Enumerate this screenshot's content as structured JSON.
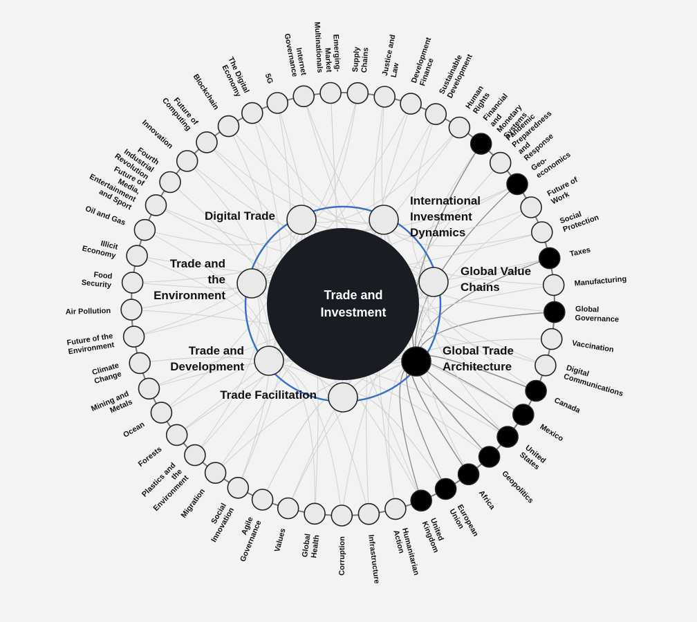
{
  "center": {
    "line1": "Trade and",
    "line2": "Investment"
  },
  "inner_nodes": [
    {
      "id": "digital",
      "lines": [
        "Digital Trade"
      ]
    },
    {
      "id": "iid",
      "lines": [
        "International",
        "Investment",
        "Dynamics"
      ]
    },
    {
      "id": "env",
      "lines": [
        "Trade and",
        "the",
        "Environment"
      ]
    },
    {
      "id": "gvc",
      "lines": [
        "Global Value",
        "Chains"
      ]
    },
    {
      "id": "dev",
      "lines": [
        "Trade and",
        "Development"
      ]
    },
    {
      "id": "gta",
      "lines": [
        "Global Trade",
        "Architecture"
      ]
    },
    {
      "id": "tf",
      "lines": [
        "Trade Facilitation"
      ]
    }
  ],
  "outer_nodes": [
    {
      "lines": [
        "Supply",
        "Chains"
      ]
    },
    {
      "lines": [
        "Justice and",
        "Law"
      ]
    },
    {
      "lines": [
        "Development",
        "Finance"
      ]
    },
    {
      "lines": [
        "Sustainable",
        "Development"
      ]
    },
    {
      "lines": [
        "Human",
        "Rights"
      ]
    },
    {
      "lines": [
        "Financial",
        "and",
        "Monetary",
        "Systems"
      ],
      "highlight": true
    },
    {
      "lines": [
        "Pandemic",
        "Preparedness",
        "and",
        "Response"
      ]
    },
    {
      "lines": [
        "Geo-",
        "economics"
      ],
      "highlight": true
    },
    {
      "lines": [
        "Future of",
        "Work"
      ]
    },
    {
      "lines": [
        "Social",
        "Protection"
      ]
    },
    {
      "lines": [
        "Taxes"
      ],
      "highlight": true
    },
    {
      "lines": [
        "Manufacturing"
      ]
    },
    {
      "lines": [
        "Global",
        "Governance"
      ],
      "highlight": true
    },
    {
      "lines": [
        "Vaccination"
      ]
    },
    {
      "lines": [
        "Digital",
        "Communications"
      ]
    },
    {
      "lines": [
        "Canada"
      ],
      "highlight": true
    },
    {
      "lines": [
        "Mexico"
      ],
      "highlight": true
    },
    {
      "lines": [
        "United",
        "States"
      ],
      "highlight": true
    },
    {
      "lines": [
        "Geopolitics"
      ],
      "highlight": true
    },
    {
      "lines": [
        "Africa"
      ],
      "highlight": true
    },
    {
      "lines": [
        "European",
        "Union"
      ],
      "highlight": true
    },
    {
      "lines": [
        "United",
        "Kingdom"
      ],
      "highlight": true
    },
    {
      "lines": [
        "Humanitarian",
        "Action"
      ]
    },
    {
      "lines": [
        "Infrastructure"
      ]
    },
    {
      "lines": [
        "Corruption"
      ]
    },
    {
      "lines": [
        "Global",
        "Health"
      ]
    },
    {
      "lines": [
        "Values"
      ]
    },
    {
      "lines": [
        "Agile",
        "Governance"
      ]
    },
    {
      "lines": [
        "Social",
        "Innovation"
      ]
    },
    {
      "lines": [
        "Migration"
      ]
    },
    {
      "lines": [
        "Plastics and",
        "the",
        "Environment"
      ]
    },
    {
      "lines": [
        "Forests"
      ]
    },
    {
      "lines": [
        "Ocean"
      ]
    },
    {
      "lines": [
        "Mining and",
        "Metals"
      ]
    },
    {
      "lines": [
        "Climate",
        "Change"
      ]
    },
    {
      "lines": [
        "Future of the",
        "Environment"
      ]
    },
    {
      "lines": [
        "Air Pollution"
      ]
    },
    {
      "lines": [
        "Food",
        "Security"
      ]
    },
    {
      "lines": [
        "Illicit",
        "Economy"
      ]
    },
    {
      "lines": [
        "Oil and Gas"
      ]
    },
    {
      "lines": [
        "Future of",
        "Media,",
        "Entertainment",
        "and Sport"
      ]
    },
    {
      "lines": [
        "Fourth",
        "Industrial",
        "Revolution"
      ]
    },
    {
      "lines": [
        "Innovation"
      ]
    },
    {
      "lines": [
        "Future of",
        "Computing"
      ]
    },
    {
      "lines": [
        "Blockchain"
      ]
    },
    {
      "lines": [
        "The Digital",
        "Economy"
      ]
    },
    {
      "lines": [
        "5G"
      ]
    },
    {
      "lines": [
        "Internet",
        "Governance"
      ]
    },
    {
      "lines": [
        "Emerging-",
        "Market",
        "Multinationals"
      ]
    }
  ],
  "colors": {
    "background": "#f3f3f3",
    "ring": "#777777",
    "inner_ring": "#3a6fc4",
    "link": "#cfcfcf",
    "link_dark": "#8a8a8a",
    "node_fill": "#e9e9e9",
    "node_stroke": "#222222",
    "highlight_fill": "#000000",
    "center_fill": "#1a1c24"
  }
}
